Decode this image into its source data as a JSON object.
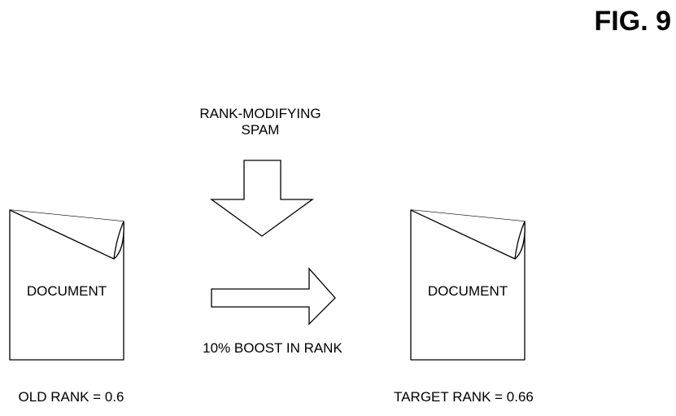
{
  "figure": {
    "title": "FIG. 9"
  },
  "spam": {
    "line1": "RANK-MODIFYING",
    "line2": "SPAM"
  },
  "boost": {
    "label": "10% BOOST IN RANK"
  },
  "documents": {
    "left": {
      "label": "DOCUMENT",
      "rank_label": "OLD RANK = 0.6"
    },
    "right": {
      "label": "DOCUMENT",
      "rank_label": "TARGET RANK = 0.66"
    }
  },
  "colors": {
    "stroke": "#000000",
    "fill": "#ffffff"
  }
}
